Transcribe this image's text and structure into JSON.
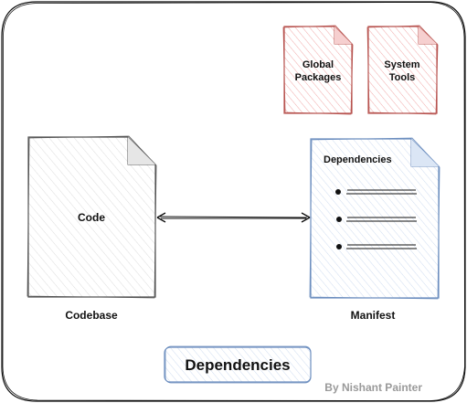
{
  "diagram": {
    "global_packages": {
      "line1": "Global",
      "line2": "Packages"
    },
    "system_tools": {
      "line1": "System",
      "line2": "Tools"
    },
    "code_doc_label": "Code",
    "codebase_label": "Codebase",
    "manifest_title": "Dependencies",
    "manifest_label": "Manifest",
    "title_button": "Dependencies",
    "credit": "By Nishant Painter"
  },
  "colors": {
    "red_stroke": "#b85450",
    "red_hatch": "#f1a9a9",
    "blue_stroke": "#6c8ebf",
    "gray_stroke": "#555555",
    "gray_hatch": "#d9d9d9",
    "dark": "#111111"
  }
}
